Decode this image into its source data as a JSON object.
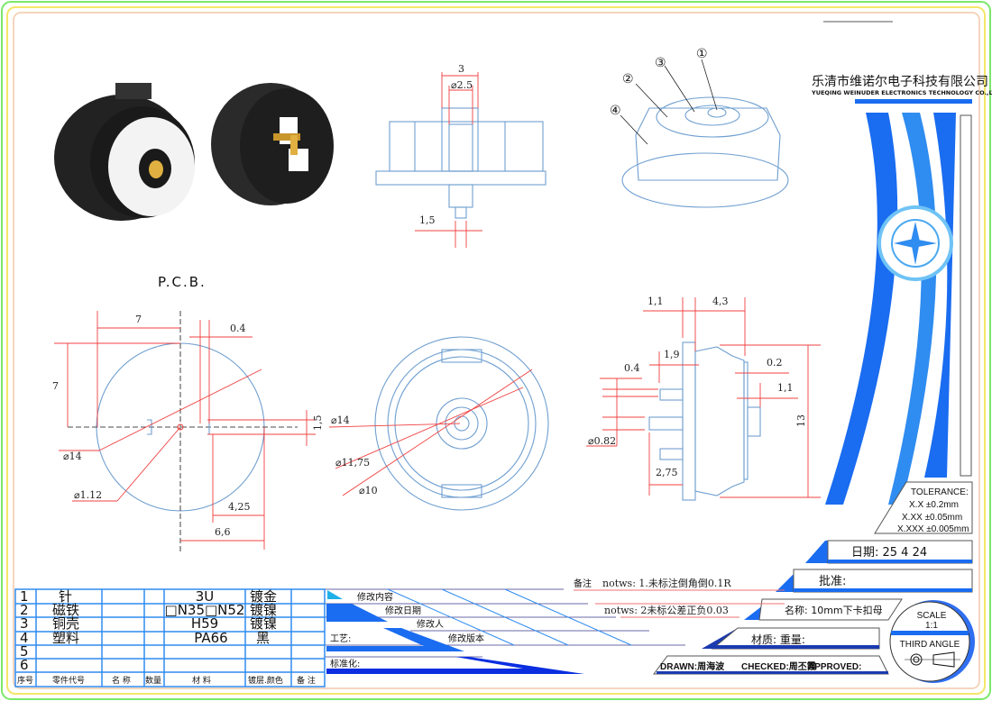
{
  "company": {
    "name_cn": "乐清市维诺尔电子科技有限公司",
    "name_en": "YUEQING WEINUDER ELECTRONICS TECHNOLOGY CO.,LTD"
  },
  "views": {
    "pcb_label": "P.C.B.",
    "top_view": {
      "dims": [
        "3",
        "⌀2.5",
        "1,5"
      ]
    },
    "iso_balloons": [
      "①",
      "②",
      "③",
      "④"
    ],
    "pcb_view": {
      "dims": [
        "7",
        "0.4",
        "7",
        "1,5",
        "⌀14",
        "⌀1.12",
        "4,25",
        "6,6"
      ]
    },
    "front_view": {
      "dims": [
        "⌀14",
        "⌀11,75",
        "⌀10"
      ]
    },
    "side_view": {
      "dims": [
        "1,1",
        "4,3",
        "1,9",
        "0.4",
        "0.2",
        "1,1",
        "13",
        "⌀0.82",
        "2,75"
      ]
    }
  },
  "tolerance": {
    "title": "TOLERANCE:",
    "lines": [
      "X.X  ±0.2mm",
      "X.XX  ±0.05mm",
      "X.XXX  ±0.005mm"
    ]
  },
  "date": "日期:  25  4  24",
  "approval": "批准:",
  "name": "名称: 10mm下卡扣母",
  "material_weight": "材质:     重量:",
  "signatures": {
    "drawn": "DRAWN:周海波",
    "checked": "CHECKED:周丕霞",
    "approved": "APPROVED:"
  },
  "scale": {
    "label": "SCALE",
    "value": "1:1",
    "projection": "THIRD ANGLE"
  },
  "notes": {
    "label": "备注",
    "note1": "notws: 1.未标注倒角倒0.1R",
    "note2": "notws: 2未标公差正负0.03"
  },
  "revision": {
    "content": "修改内容",
    "date": "修改日期",
    "person": "修改人",
    "version": "修改版本",
    "process": "工艺:",
    "standard": "标准化:"
  },
  "bom": {
    "headers": [
      "序号",
      "零件代号",
      "名 称",
      "数量",
      "材  料",
      "镀层.颜色",
      "备 注"
    ],
    "rows": [
      {
        "no": "1",
        "part": "针",
        "material": "3U",
        "finish": "镀金"
      },
      {
        "no": "2",
        "part": "磁铁",
        "material": "□N35□N52",
        "finish": "镀镍"
      },
      {
        "no": "3",
        "part": "铜壳",
        "material": "H59",
        "finish": "镀镍"
      },
      {
        "no": "4",
        "part": "塑料",
        "material": "PA66",
        "finish": "黑"
      },
      {
        "no": "5",
        "part": "",
        "material": "",
        "finish": ""
      },
      {
        "no": "6",
        "part": "",
        "material": "",
        "finish": ""
      }
    ]
  },
  "colors": {
    "accent": "#1a6cf0",
    "dim": "#f04040",
    "part": "#6f9fd0",
    "frame_green": "#7be86a",
    "frame_yellow": "#f5e66a"
  }
}
